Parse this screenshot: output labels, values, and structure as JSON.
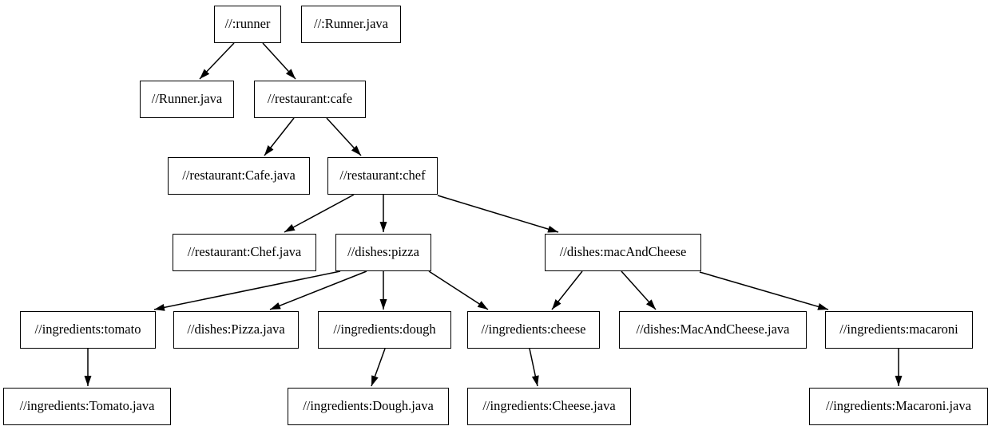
{
  "diagram": {
    "type": "dependency-graph",
    "description": "Build target dependency graph",
    "background_color": "#ffffff",
    "node_style": {
      "fill": "#ffffff",
      "border_color": "#000000",
      "text_color": "#000000"
    },
    "edge_color": "#000000",
    "nodes": [
      {
        "id": "runner",
        "label": "//:runner"
      },
      {
        "id": "runner-java-root",
        "label": "//:Runner.java"
      },
      {
        "id": "runner-java-file",
        "label": "//Runner.java"
      },
      {
        "id": "cafe",
        "label": "//restaurant:cafe"
      },
      {
        "id": "cafe-java",
        "label": "//restaurant:Cafe.java"
      },
      {
        "id": "chef",
        "label": "//restaurant:chef"
      },
      {
        "id": "chef-java",
        "label": "//restaurant:Chef.java"
      },
      {
        "id": "pizza",
        "label": "//dishes:pizza"
      },
      {
        "id": "mac-and-cheese",
        "label": "//dishes:macAndCheese"
      },
      {
        "id": "tomato",
        "label": "//ingredients:tomato"
      },
      {
        "id": "pizza-java",
        "label": "//dishes:Pizza.java"
      },
      {
        "id": "dough",
        "label": "//ingredients:dough"
      },
      {
        "id": "cheese",
        "label": "//ingredients:cheese"
      },
      {
        "id": "mac-and-cheese-java",
        "label": "//dishes:MacAndCheese.java"
      },
      {
        "id": "macaroni",
        "label": "//ingredients:macaroni"
      },
      {
        "id": "tomato-java",
        "label": "//ingredients:Tomato.java"
      },
      {
        "id": "dough-java",
        "label": "//ingredients:Dough.java"
      },
      {
        "id": "cheese-java",
        "label": "//ingredients:Cheese.java"
      },
      {
        "id": "macaroni-java",
        "label": "//ingredients:Macaroni.java"
      }
    ],
    "edges": [
      {
        "from": "runner",
        "to": "runner-java-file"
      },
      {
        "from": "runner",
        "to": "cafe"
      },
      {
        "from": "cafe",
        "to": "cafe-java"
      },
      {
        "from": "cafe",
        "to": "chef"
      },
      {
        "from": "chef",
        "to": "chef-java"
      },
      {
        "from": "chef",
        "to": "pizza"
      },
      {
        "from": "chef",
        "to": "mac-and-cheese"
      },
      {
        "from": "pizza",
        "to": "tomato"
      },
      {
        "from": "pizza",
        "to": "pizza-java"
      },
      {
        "from": "pizza",
        "to": "dough"
      },
      {
        "from": "pizza",
        "to": "cheese"
      },
      {
        "from": "mac-and-cheese",
        "to": "cheese"
      },
      {
        "from": "mac-and-cheese",
        "to": "mac-and-cheese-java"
      },
      {
        "from": "mac-and-cheese",
        "to": "macaroni"
      },
      {
        "from": "tomato",
        "to": "tomato-java"
      },
      {
        "from": "dough",
        "to": "dough-java"
      },
      {
        "from": "cheese",
        "to": "cheese-java"
      },
      {
        "from": "macaroni",
        "to": "macaroni-java"
      }
    ]
  }
}
